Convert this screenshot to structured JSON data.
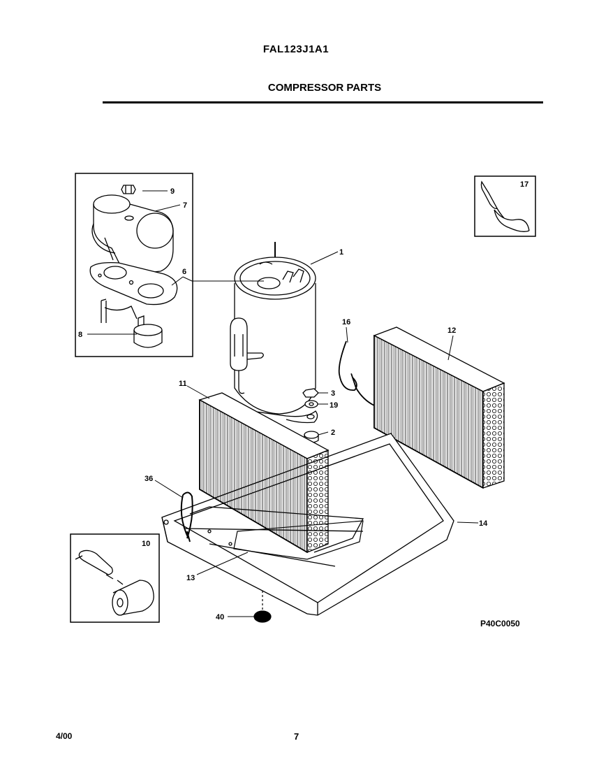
{
  "header": {
    "model": "FAL123J1A1",
    "section_title": "COMPRESSOR PARTS"
  },
  "diagram": {
    "drawing_code": "P40C0050",
    "callouts": {
      "c1": "1",
      "c2": "2",
      "c3": "3",
      "c6": "6",
      "c7": "7",
      "c8": "8",
      "c9": "9",
      "c10": "10",
      "c11": "11",
      "c12": "12",
      "c13": "13",
      "c14": "14",
      "c16": "16",
      "c17": "17",
      "c19": "19",
      "c36": "36",
      "c40": "40"
    }
  },
  "footer": {
    "date": "4/00",
    "page_number": "7"
  }
}
